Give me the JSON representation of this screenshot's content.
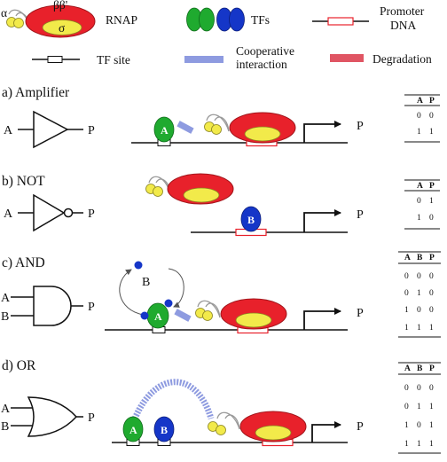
{
  "legend": {
    "rnap_label": "RNAP",
    "rnap_alpha": "α",
    "rnap_beta": "ββ'",
    "rnap_sigma": "σ",
    "tfs_label": "TFs",
    "promoter_label_line1": "Promoter",
    "promoter_label_line2": "DNA",
    "tf_site_label": "TF site",
    "coop_label_line1": "Cooperative",
    "coop_label_line2": "interaction",
    "degradation_label": "Degradation"
  },
  "colors": {
    "rnap_body": "#e8212b",
    "rnap_sigma": "#f2ea4a",
    "alpha_subunit": "#f2ea4a",
    "tf_green": "#1faa2f",
    "tf_blue": "#1536c8",
    "cooperative": "#8e9be0",
    "degradation": "#e05563",
    "promoter": "#e8212b"
  },
  "sections": [
    {
      "label": "a) Amplifier",
      "input": "A",
      "output": "P",
      "dna_output": "P",
      "tfs": [
        "A"
      ],
      "table": {
        "headers": [
          "A",
          "P"
        ],
        "rows": [
          [
            "0",
            "0"
          ],
          [
            "1",
            "1"
          ]
        ]
      }
    },
    {
      "label": "b) NOT",
      "input": "A",
      "output": "P",
      "dna_output": "P",
      "tfs": [
        "B"
      ],
      "table": {
        "headers": [
          "A",
          "P"
        ],
        "rows": [
          [
            "0",
            "1"
          ],
          [
            "1",
            "0"
          ]
        ]
      }
    },
    {
      "label": "c) AND",
      "inputs": [
        "A",
        "B"
      ],
      "output": "P",
      "dna_output": "P",
      "tfs": [
        "A"
      ],
      "free_molecule": "B",
      "table": {
        "headers": [
          "A",
          "B",
          "P"
        ],
        "rows": [
          [
            "0",
            "0",
            "0"
          ],
          [
            "0",
            "1",
            "0"
          ],
          [
            "1",
            "0",
            "0"
          ],
          [
            "1",
            "1",
            "1"
          ]
        ]
      }
    },
    {
      "label": "d) OR",
      "inputs": [
        "A",
        "B"
      ],
      "output": "P",
      "dna_output": "P",
      "tfs": [
        "A",
        "B"
      ],
      "table": {
        "headers": [
          "A",
          "B",
          "P"
        ],
        "rows": [
          [
            "0",
            "0",
            "0"
          ],
          [
            "0",
            "1",
            "1"
          ],
          [
            "1",
            "0",
            "1"
          ],
          [
            "1",
            "1",
            "1"
          ]
        ]
      }
    }
  ]
}
